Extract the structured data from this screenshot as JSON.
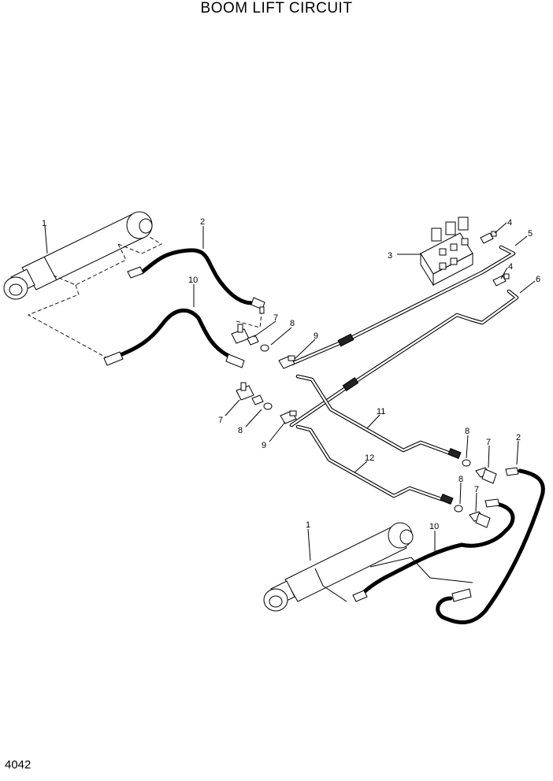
{
  "title": "BOOM LIFT CIRCUIT",
  "page_number": "4042",
  "callouts": {
    "c1_top": "1",
    "c2_top": "2",
    "c3": "3",
    "c4_a": "4",
    "c4_b": "4",
    "c5": "5",
    "c6": "6",
    "c10_top": "10",
    "c7_top": "7",
    "c8_top": "8",
    "c9_top": "9",
    "c7_mid": "7",
    "c8_mid": "8",
    "c9_mid": "9",
    "c11": "11",
    "c12": "12",
    "c8_r1": "8",
    "c7_r1": "7",
    "c2_r": "2",
    "c8_r2": "8",
    "c7_r2": "7",
    "c1_bottom": "1",
    "c10_bottom": "10"
  }
}
